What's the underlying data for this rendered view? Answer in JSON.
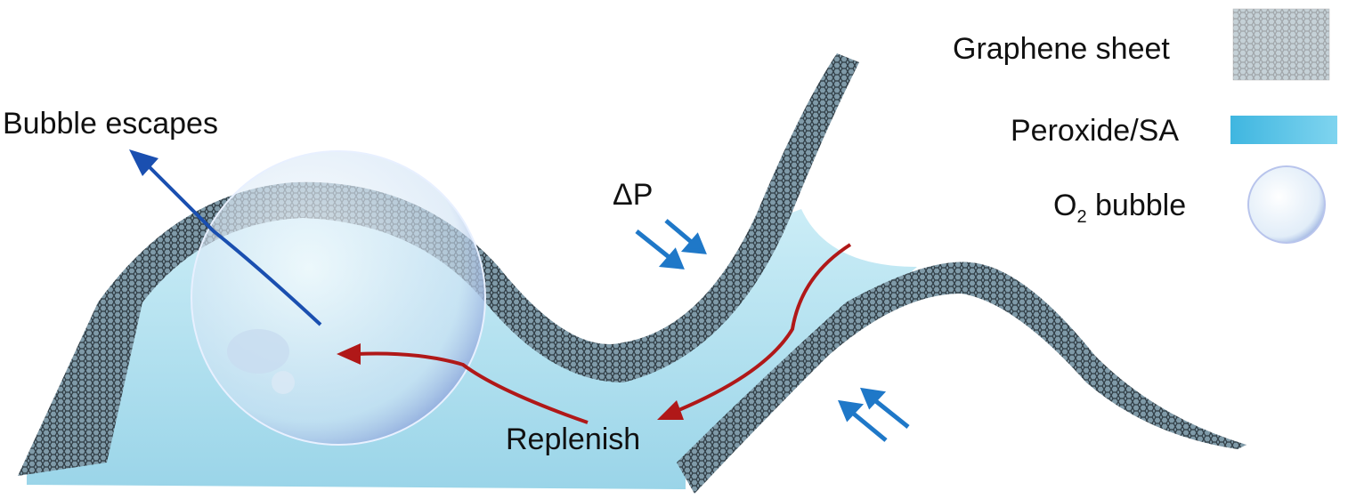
{
  "legend": {
    "graphene": "Graphene sheet",
    "peroxide": "Peroxide/SA",
    "bubble_main": "O",
    "bubble_sub": "2",
    "bubble_rest": " bubble"
  },
  "annotations": {
    "bubble_escapes": "Bubble escapes",
    "delta_p": "ΔP",
    "replenish": "Replenish"
  },
  "colors": {
    "graphene": "#4a5a66",
    "liquid": "#9fd8ea",
    "red_arrow": "#b01818",
    "blue_arrow": "#1a4fb0",
    "pressure_arrow": "#1f78c8"
  }
}
